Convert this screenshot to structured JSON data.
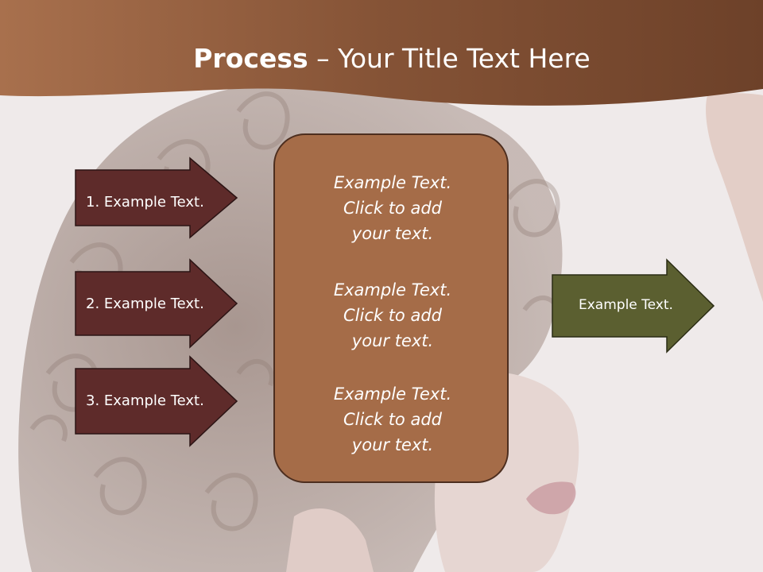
{
  "slide": {
    "title_bold": "Process",
    "title_rest": " – Your Title Text Here"
  },
  "left_arrows": [
    {
      "label": "1. Example Text."
    },
    {
      "label": "2. Example Text."
    },
    {
      "label": "3. Example Text."
    }
  ],
  "center_box": {
    "paragraphs": [
      {
        "lines": [
          "Example Text.",
          "Click  to add",
          "your text."
        ]
      },
      {
        "lines": [
          "Example Text.",
          "Click  to add",
          "your text."
        ]
      },
      {
        "lines": [
          "Example Text.",
          "Click  to add",
          "your text."
        ]
      }
    ]
  },
  "right_arrow": {
    "label": "Example Text."
  },
  "colors": {
    "header_band": "#8b5a3c",
    "left_arrow_fill": "#5e2b2a",
    "center_box_fill": "#a56c48",
    "right_arrow_fill": "#5b5f30"
  }
}
